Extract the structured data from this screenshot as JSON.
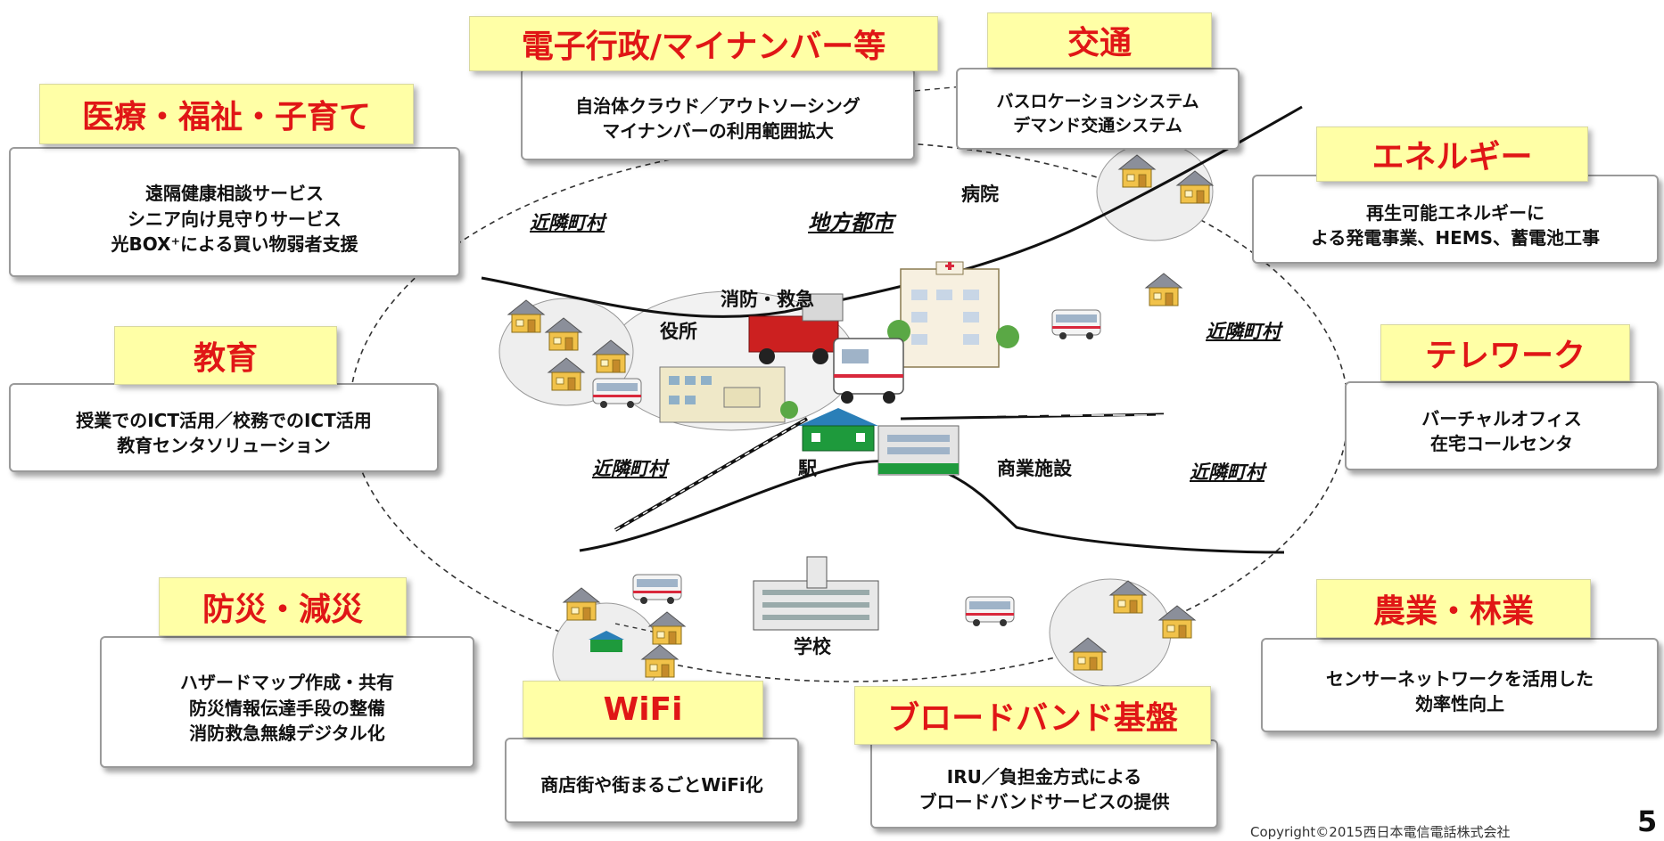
{
  "categories": {
    "egov": {
      "title": "電子行政/マイナンバー等",
      "lines": [
        "自治体クラウド／アウトソーシング",
        "マイナンバーの利用範囲拡大"
      ]
    },
    "transport": {
      "title": "交通",
      "lines": [
        "バスロケーションシステム",
        "デマンド交通システム"
      ]
    },
    "medical": {
      "title": "医療・福祉・子育て",
      "lines": [
        "遠隔健康相談サービス",
        "シニア向け見守りサービス",
        "光BOX⁺による買い物弱者支援"
      ]
    },
    "energy": {
      "title": "エネルギー",
      "lines": [
        "再生可能エネルギーに",
        "よる発電事業、HEMS、蓄電池工事"
      ]
    },
    "education": {
      "title": "教育",
      "lines": [
        "授業でのICT活用／校務でのICT活用",
        "教育センタソリューション"
      ]
    },
    "telework": {
      "title": "テレワーク",
      "lines": [
        "バーチャルオフィス",
        "在宅コールセンタ"
      ]
    },
    "disaster": {
      "title": "防災・減災",
      "lines": [
        "ハザードマップ作成・共有",
        "防災情報伝達手段の整備",
        "消防救急無線デジタル化"
      ]
    },
    "wifi": {
      "title": "WiFi",
      "lines": [
        "商店街や街まるごとWiFi化"
      ]
    },
    "broadband": {
      "title": "ブロードバンド基盤",
      "lines": [
        "IRU／負担金方式による",
        "ブロードバンドサービスの提供"
      ]
    },
    "agriculture": {
      "title": "農業・林業",
      "lines": [
        "センサーネットワークを活用した",
        "効率性向上"
      ]
    }
  },
  "map_labels": {
    "city": "地方都市",
    "neighbor": "近隣町村",
    "hospital": "病院",
    "fire": "消防・救急",
    "office": "役所",
    "station": "駅",
    "commerce": "商業施設",
    "school": "学校"
  },
  "footer": {
    "copyright": "Copyright©2015西日本電信電話株式会社",
    "page_number": "5"
  },
  "colors": {
    "tag_fill": "#ffffa6",
    "tag_text": "#e01616",
    "box_border": "#9a9a9a",
    "area_fill": "#f2f2f2"
  }
}
